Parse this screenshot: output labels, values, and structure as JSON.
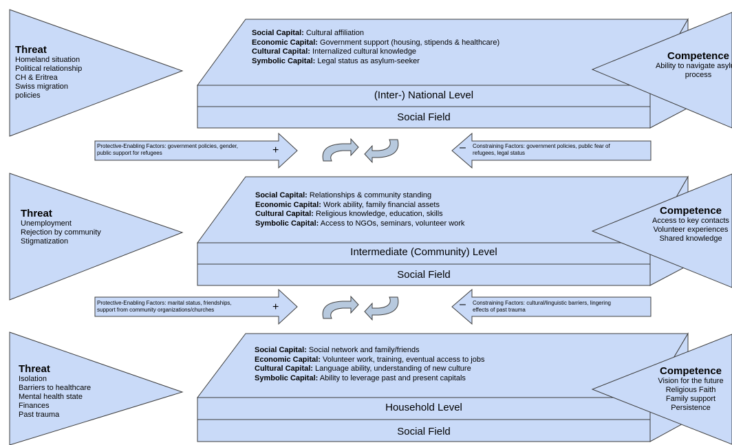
{
  "rows": [
    {
      "threat": {
        "title": "Threat",
        "items": [
          "Homeland situation",
          "Political relationship",
          "CH & Eritrea",
          "Swiss migration",
          "policies"
        ]
      },
      "competence": {
        "title": "Competence",
        "items": [
          "Ability to navigate asylum",
          "process"
        ]
      },
      "capitals": [
        {
          "key": "Social Capital:",
          "value": "Cultural affiliation"
        },
        {
          "key": "Economic Capital:",
          "value": "Government support (housing, stipends & healthcare)"
        },
        {
          "key": "Cultural Capital:",
          "value": "Internalized cultural knowledge"
        },
        {
          "key": "Symbolic Capital:",
          "value": "Legal status as asylum-seeker"
        }
      ],
      "level": "(Inter-) National Level",
      "field": "Social Field"
    },
    {
      "threat": {
        "title": "Threat",
        "items": [
          "Unemployment",
          "Rejection by community",
          "Stigmatization"
        ]
      },
      "competence": {
        "title": "Competence",
        "items": [
          "Access to key contacts",
          "Volunteer experiences",
          "Shared knowledge"
        ]
      },
      "capitals": [
        {
          "key": "Social Capital:",
          "value": "Relationships & community standing"
        },
        {
          "key": "Economic Capital:",
          "value": "Work ability, family financial assets"
        },
        {
          "key": "Cultural Capital:",
          "value": "Religious knowledge, education, skills"
        },
        {
          "key": "Symbolic Capital:",
          "value": "Access to NGOs, seminars, volunteer work"
        }
      ],
      "level": "Intermediate (Community) Level",
      "field": "Social Field"
    },
    {
      "threat": {
        "title": "Threat",
        "items": [
          "Isolation",
          "Barriers to healthcare",
          "Mental health state",
          "Finances",
          "Past trauma"
        ]
      },
      "competence": {
        "title": "Competence",
        "items": [
          "Vision for the future",
          "Religious Faith",
          "Family support",
          "Persistence"
        ]
      },
      "capitals": [
        {
          "key": "Social Capital:",
          "value": "Social network and family/friends"
        },
        {
          "key": "Economic Capital:",
          "value": "Volunteer work, training, eventual access to jobs"
        },
        {
          "key": "Cultural Capital:",
          "value": "Language ability, understanding of new culture"
        },
        {
          "key": "Symbolic Capital:",
          "value": "Ability to leverage past and present capitals"
        }
      ],
      "level": "Household Level",
      "field": "Social Field"
    }
  ],
  "factors": [
    {
      "protective": [
        "Protective-Enabling Factors: government  policies, gender,",
        "public support for refugees"
      ],
      "plus": "+",
      "constraining": [
        "Constraining Factors: government policies, public fear of",
        "refugees, legal status"
      ],
      "minus": "–"
    },
    {
      "protective": [
        "Protective-Enabling Factors: marital status, friendships,",
        "support from community organizations/churches"
      ],
      "plus": "+",
      "constraining": [
        "Constraining Factors: cultural/linguistic barriers, lingering",
        "effects of past trauma"
      ],
      "minus": "–"
    }
  ],
  "colors": {
    "fill": "#c9daf8",
    "stroke": "#3c3c3c",
    "cycle_fill": "#b7c9de"
  }
}
